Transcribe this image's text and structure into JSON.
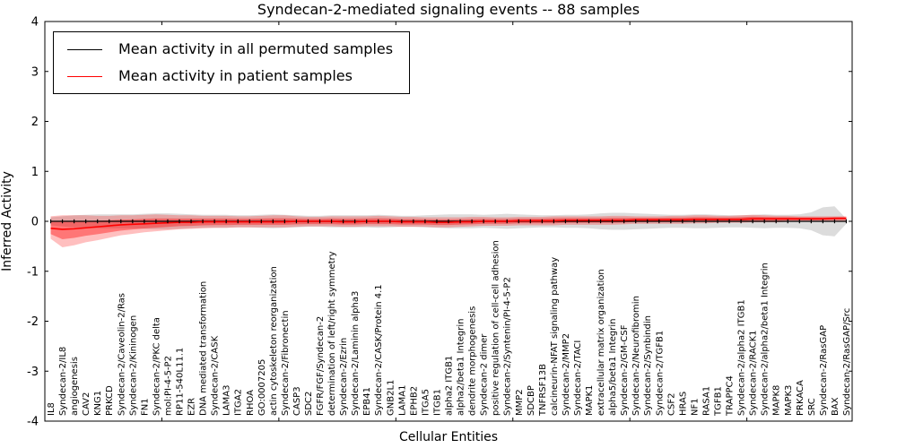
{
  "chart_data": {
    "type": "line",
    "title": "Syndecan-2-mediated signaling events -- 88 samples",
    "xlabel": "Cellular Entities",
    "ylabel": "Inferred Activity",
    "ylim": [
      -4,
      4
    ],
    "yticks": [
      4,
      3,
      2,
      1,
      0,
      -1,
      -2,
      -3,
      -4
    ],
    "grid": false,
    "legend_position": "upper left",
    "categories": [
      "IL8",
      "Syndecan-2/IL8",
      "angiogenesis",
      "CAV2",
      "KNG1",
      "PRKCD",
      "Syndecan-2/Caveolin-2/Ras",
      "Syndecan-2/Kininogen",
      "FN1",
      "Syndecan-2/PKC delta",
      "mol:PI-4-5-P2",
      "RP11-540L11.1",
      "EZR",
      "DNA mediated transformation",
      "Syndecan-2/CASK",
      "LAMA3",
      "ITGA2",
      "RHOA",
      "GO:0007205",
      "actin cytoskeleton reorganization",
      "Syndecan-2/Fibronectin",
      "CASP3",
      "SDC2",
      "FGFR/FGF/Syndecan-2",
      "determination of left/right symmetry",
      "Syndecan-2/Ezrin",
      "Syndecan-2/Laminin alpha3",
      "EPB41",
      "Syndecan-2/CASK/Protein 4.1",
      "GNB2L1",
      "LAMA1",
      "EPHB2",
      "ITGA5",
      "ITGB1",
      "alpha2 ITGB1",
      "alpha2/beta1 Integrin",
      "dendrite morphogenesis",
      "Syndecan-2 dimer",
      "positive regulation of cell-cell adhesion",
      "Syndecan-2/Syntenin/PI-4-5-P2",
      "MMP2",
      "SDCBP",
      "TNFRSF13B",
      "calcineurin-NFAT signaling pathway",
      "Syndecan-2/MMP2",
      "Syndecan-2/TACI",
      "MAPK1",
      "extracellular matrix organization",
      "alpha5/beta1 Integrin",
      "Syndecan-2/GM-CSF",
      "Syndecan-2/Neurofibromin",
      "Syndecan-2/Synbindin",
      "Syndecan-2/TGFB1",
      "CSF2",
      "HRAS",
      "NF1",
      "RASA1",
      "TGFB1",
      "TRAPPC4",
      "Syndecan-2/alpha2 ITGB1",
      "Syndecan-2/RACK1",
      "Syndecan-2/alpha2/beta1 Integrin",
      "MAPK8",
      "MAPK3",
      "PRKACA",
      "SRC",
      "Syndecan-2/RasGAP",
      "BAX",
      "Syndecan-2/RasGAP/Src"
    ],
    "series": [
      {
        "name": "Mean activity in all permuted samples",
        "color": "#000000",
        "band_color": "#bfbfbf",
        "values": [
          0,
          0,
          0,
          0,
          0,
          0,
          0,
          0,
          0,
          0,
          0,
          0,
          0,
          0,
          0,
          0,
          0,
          0,
          0,
          0,
          0,
          0,
          0,
          0,
          0,
          0,
          0,
          0,
          0,
          0,
          0,
          0,
          0,
          0,
          0,
          0,
          0,
          0,
          0,
          0,
          0,
          0,
          0,
          0,
          0,
          0,
          0,
          0,
          0,
          0,
          0,
          0,
          0,
          0,
          0,
          0,
          0,
          0,
          0,
          0,
          0,
          0,
          0,
          0,
          0,
          0,
          0,
          0,
          0
        ],
        "band_halfwidth": [
          0.08,
          0.1,
          0.12,
          0.13,
          0.14,
          0.14,
          0.14,
          0.14,
          0.15,
          0.16,
          0.16,
          0.15,
          0.14,
          0.13,
          0.13,
          0.13,
          0.12,
          0.12,
          0.13,
          0.14,
          0.13,
          0.12,
          0.11,
          0.11,
          0.12,
          0.12,
          0.12,
          0.12,
          0.13,
          0.12,
          0.11,
          0.11,
          0.12,
          0.13,
          0.14,
          0.14,
          0.14,
          0.13,
          0.14,
          0.15,
          0.14,
          0.13,
          0.12,
          0.12,
          0.13,
          0.13,
          0.14,
          0.16,
          0.17,
          0.17,
          0.16,
          0.15,
          0.14,
          0.13,
          0.13,
          0.14,
          0.14,
          0.13,
          0.12,
          0.12,
          0.13,
          0.14,
          0.13,
          0.13,
          0.14,
          0.18,
          0.28,
          0.3,
          0.05
        ]
      },
      {
        "name": "Mean activity in patient samples",
        "color": "#ff0000",
        "band_color": "#ff0000",
        "values": [
          -0.14,
          -0.16,
          -0.15,
          -0.13,
          -0.11,
          -0.09,
          -0.07,
          -0.06,
          -0.05,
          -0.04,
          -0.03,
          -0.02,
          -0.02,
          -0.01,
          -0.01,
          -0.01,
          -0.01,
          -0.01,
          -0.01,
          -0.01,
          -0.01,
          0,
          0,
          0,
          0,
          -0.01,
          -0.01,
          0,
          0,
          0,
          -0.01,
          -0.01,
          -0.01,
          -0.02,
          -0.02,
          -0.01,
          -0.01,
          0,
          0,
          0,
          0.01,
          0.01,
          0.01,
          0.01,
          0.02,
          0.02,
          0.02,
          0.02,
          0.02,
          0.02,
          0.03,
          0.03,
          0.03,
          0.03,
          0.03,
          0.04,
          0.04,
          0.04,
          0.04,
          0.04,
          0.05,
          0.05,
          0.05,
          0.05,
          0.05,
          0.05,
          0.05,
          0.06,
          0.06
        ],
        "band_lower": [
          -0.35,
          -0.52,
          -0.48,
          -0.42,
          -0.38,
          -0.33,
          -0.28,
          -0.25,
          -0.22,
          -0.2,
          -0.18,
          -0.16,
          -0.15,
          -0.14,
          -0.13,
          -0.13,
          -0.12,
          -0.12,
          -0.12,
          -0.12,
          -0.12,
          -0.11,
          -0.1,
          -0.1,
          -0.1,
          -0.11,
          -0.11,
          -0.1,
          -0.1,
          -0.1,
          -0.11,
          -0.11,
          -0.11,
          -0.12,
          -0.12,
          -0.11,
          -0.1,
          -0.09,
          -0.09,
          -0.09,
          -0.08,
          -0.08,
          -0.08,
          -0.08,
          -0.07,
          -0.07,
          -0.07,
          -0.07,
          -0.07,
          -0.06,
          -0.05,
          -0.05,
          -0.05,
          -0.05,
          -0.05,
          -0.04,
          -0.04,
          -0.03,
          -0.03,
          -0.03,
          -0.02,
          -0.02,
          -0.02,
          -0.01,
          -0.01,
          -0.01,
          0,
          0,
          0.01
        ],
        "band_upper": [
          0.1,
          0.12,
          0.12,
          0.12,
          0.11,
          0.11,
          0.12,
          0.12,
          0.13,
          0.14,
          0.13,
          0.12,
          0.12,
          0.11,
          0.11,
          0.11,
          0.1,
          0.1,
          0.11,
          0.12,
          0.12,
          0.1,
          0.09,
          0.09,
          0.1,
          0.1,
          0.1,
          0.1,
          0.11,
          0.1,
          0.09,
          0.09,
          0.08,
          0.08,
          0.08,
          0.08,
          0.09,
          0.09,
          0.08,
          0.08,
          0.09,
          0.09,
          0.09,
          0.1,
          0.1,
          0.1,
          0.1,
          0.1,
          0.11,
          0.11,
          0.1,
          0.1,
          0.1,
          0.11,
          0.11,
          0.12,
          0.12,
          0.11,
          0.11,
          0.12,
          0.13,
          0.12,
          0.11,
          0.11,
          0.1,
          0.1,
          0.1,
          0.1,
          0.1
        ]
      }
    ]
  }
}
